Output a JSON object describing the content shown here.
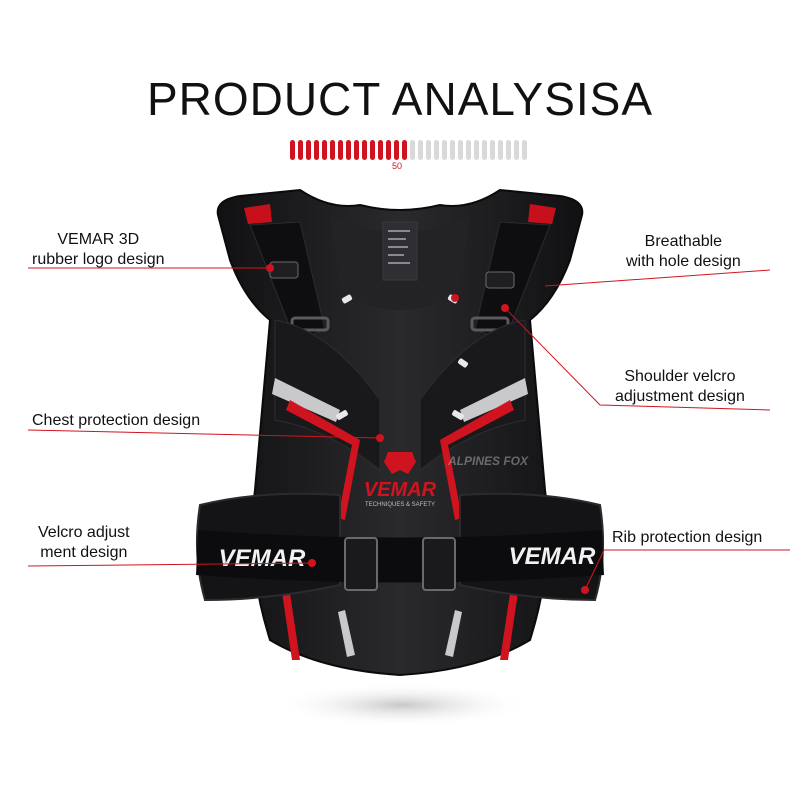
{
  "title": "PRODUCT ANALYSISA",
  "progress": {
    "value_label": "50",
    "filled": 15,
    "total": 30
  },
  "colors": {
    "accent": "#d0141f",
    "inactive": "#d9d9d9",
    "vest": "#1c1c1e",
    "reflective": "#c9c9cc"
  },
  "watermark": "ALPINES FOX",
  "brand": {
    "logo_text": "VEMAR",
    "tagline": "TECHNIQUES & SAFETY"
  },
  "callouts": [
    {
      "lines": [
        "VEMAR 3D",
        "rubber logo design"
      ]
    },
    {
      "lines": [
        "Breathable",
        "with hole  design"
      ]
    },
    {
      "lines": [
        "Shoulder velcro",
        "adjustment design"
      ]
    },
    {
      "lines": [
        "Chest protection design"
      ]
    },
    {
      "lines": [
        "Velcro adjust",
        "ment design"
      ]
    },
    {
      "lines": [
        "Rib protection design"
      ]
    }
  ]
}
